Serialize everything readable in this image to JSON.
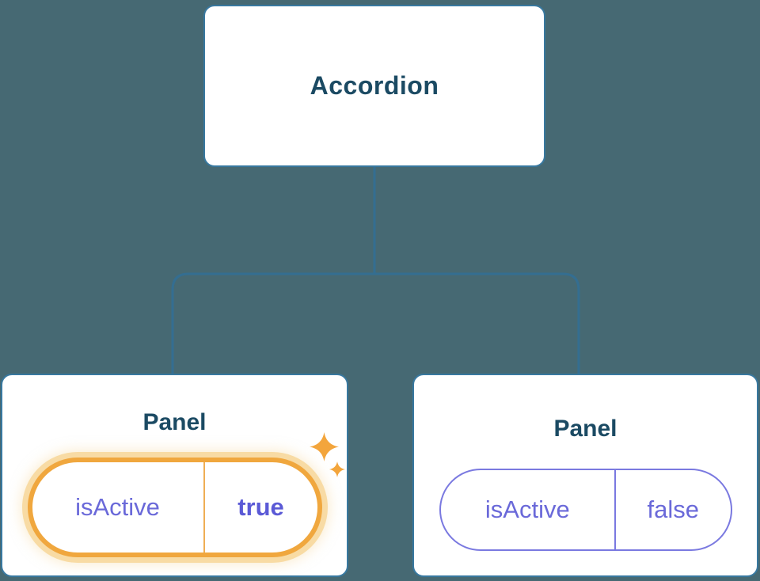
{
  "diagram": {
    "title_hint": "component tree with shared state prop",
    "root": {
      "label": "Accordion"
    },
    "panels": [
      {
        "label": "Panel",
        "prop_name": "isActive",
        "prop_value": "true",
        "active": true
      },
      {
        "label": "Panel",
        "prop_name": "isActive",
        "prop_value": "false",
        "active": false
      }
    ],
    "icons": [
      {
        "name": "sparkle-icon-large"
      },
      {
        "name": "sparkle-icon-small"
      }
    ],
    "colors": {
      "background": "#466973",
      "connector": "#346e91",
      "node_border": "#38789f",
      "node_text": "#1b4a63",
      "prop_purple": "#6a69d9",
      "prop_value_purple": "#5b5ad6",
      "highlight_orange": "#f0a73e",
      "highlight_glow": "#f8dba4"
    }
  }
}
